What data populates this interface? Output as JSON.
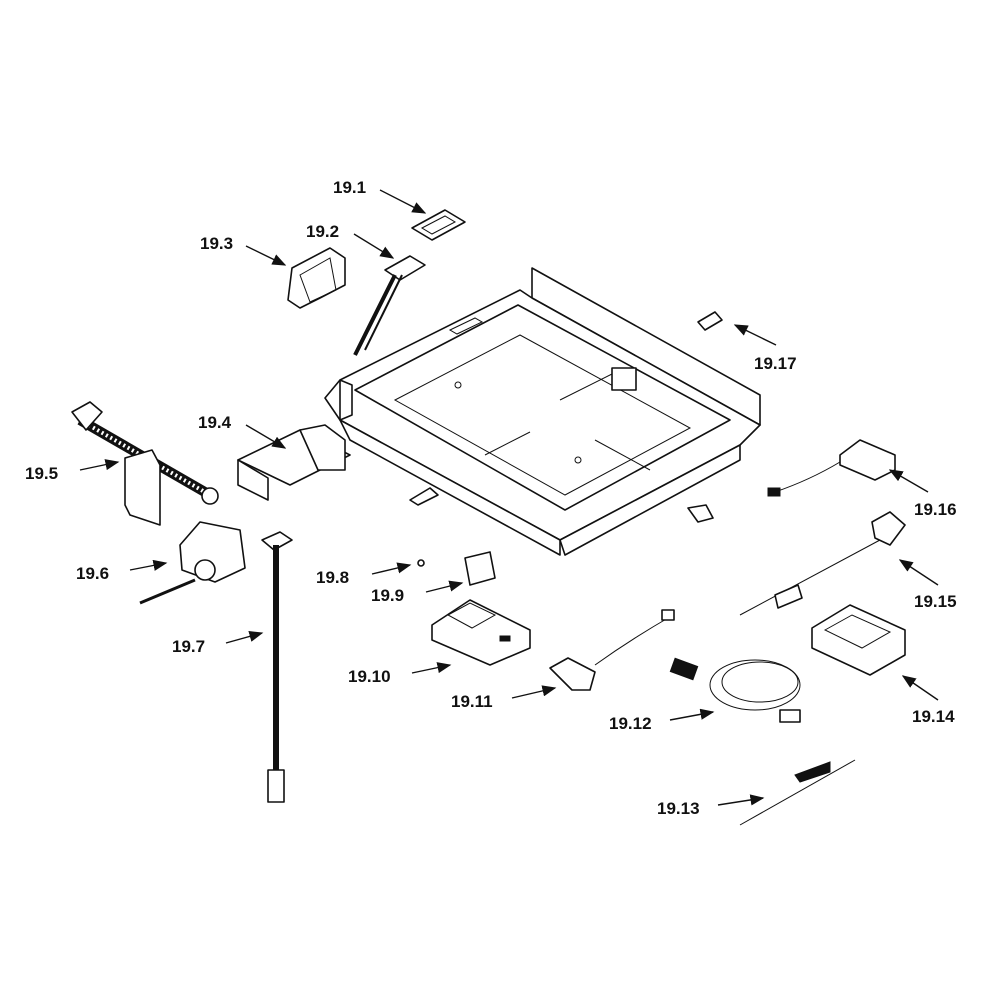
{
  "diagram": {
    "type": "exploded-parts-diagram",
    "callouts": [
      {
        "id": "19.1",
        "label": "19.1"
      },
      {
        "id": "19.2",
        "label": "19.2"
      },
      {
        "id": "19.3",
        "label": "19.3"
      },
      {
        "id": "19.4",
        "label": "19.4"
      },
      {
        "id": "19.5",
        "label": "19.5"
      },
      {
        "id": "19.6",
        "label": "19.6"
      },
      {
        "id": "19.7",
        "label": "19.7"
      },
      {
        "id": "19.8",
        "label": "19.8"
      },
      {
        "id": "19.9",
        "label": "19.9"
      },
      {
        "id": "19.10",
        "label": "19.10"
      },
      {
        "id": "19.11",
        "label": "19.11"
      },
      {
        "id": "19.12",
        "label": "19.12"
      },
      {
        "id": "19.13",
        "label": "19.13"
      },
      {
        "id": "19.14",
        "label": "19.14"
      },
      {
        "id": "19.15",
        "label": "19.15"
      },
      {
        "id": "19.16",
        "label": "19.16"
      },
      {
        "id": "19.17",
        "label": "19.17"
      }
    ]
  }
}
